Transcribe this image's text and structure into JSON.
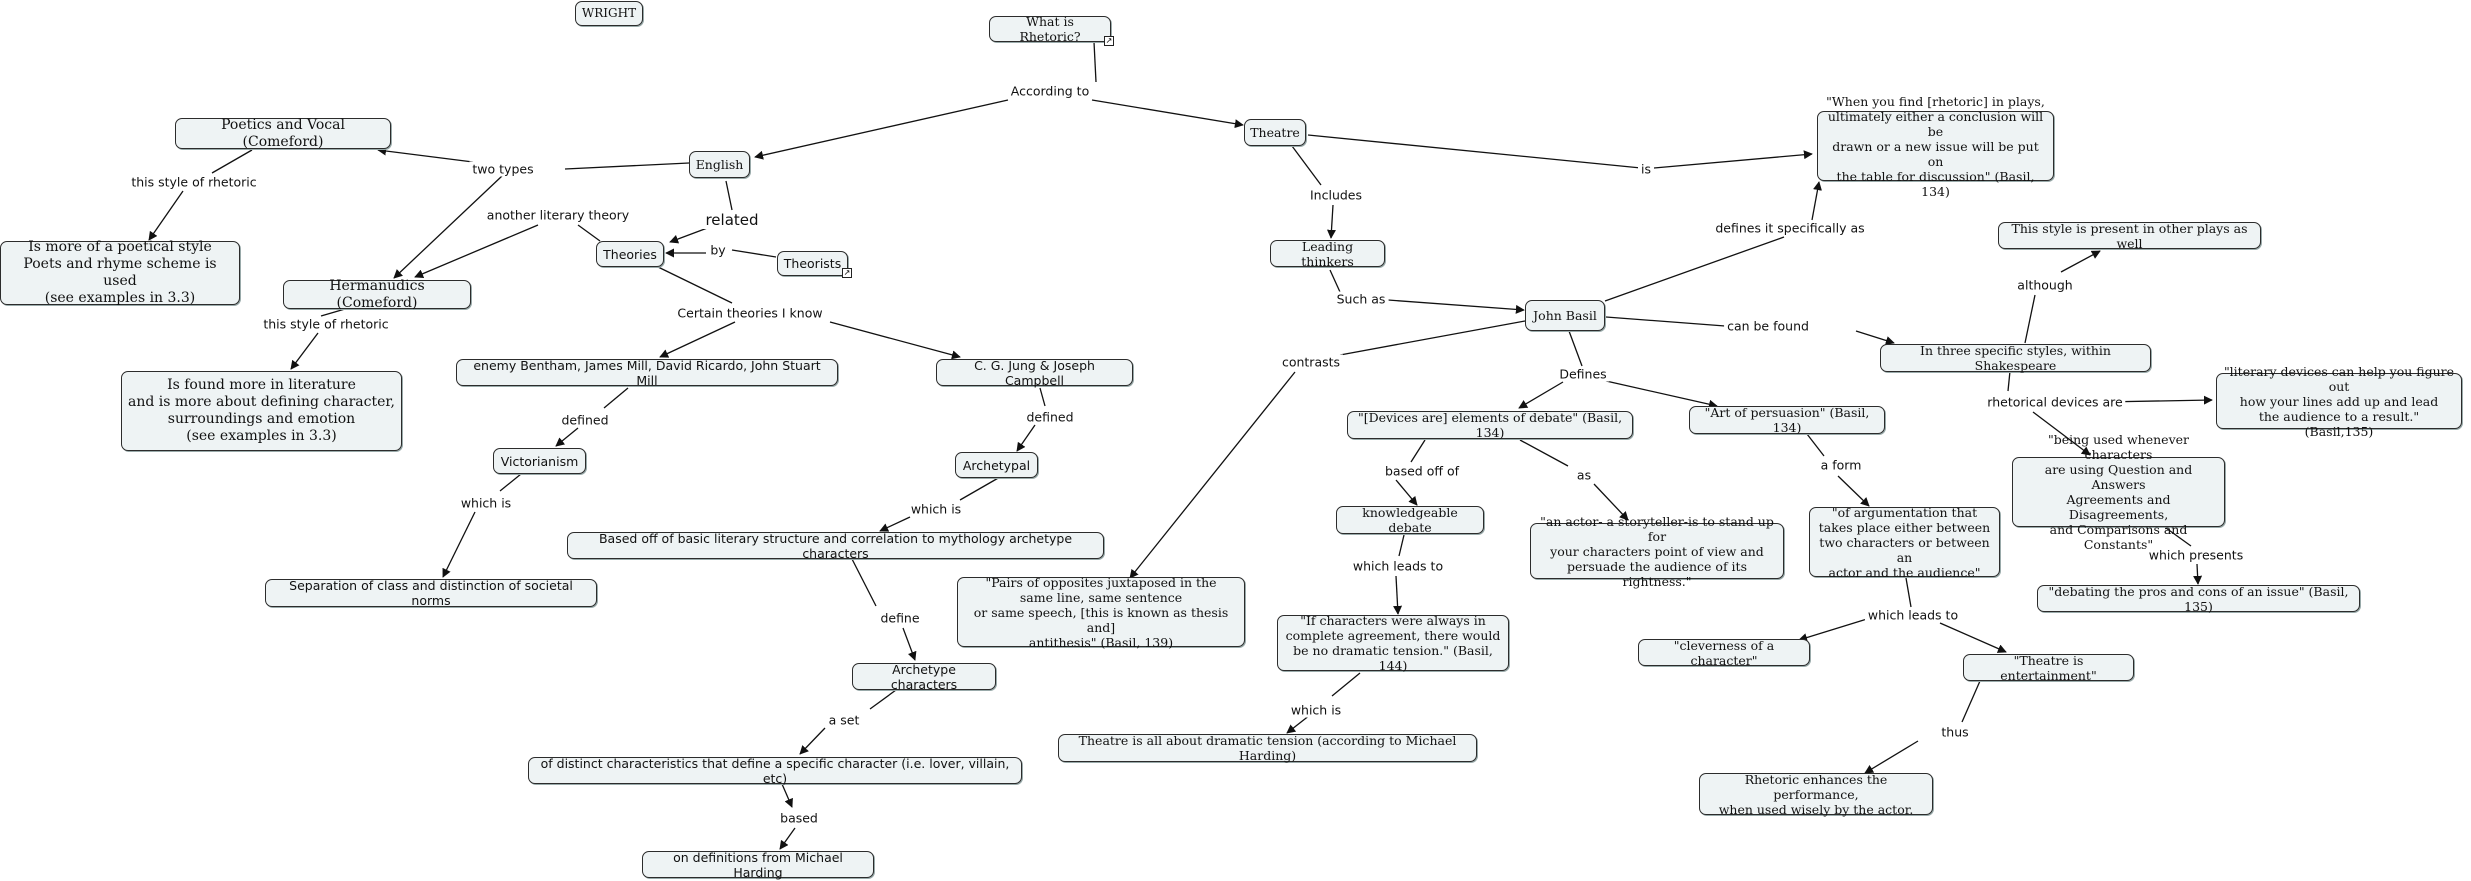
{
  "nodes": {
    "wright": "WRIGHT",
    "what_is_rhetoric": "What is Rhetoric?",
    "poetics": "Poetics and Vocal (Comeford)",
    "english": "English",
    "theatre": "Theatre",
    "basil_quote": "\"When you find [rhetoric] in plays,\nultimately either a conclusion will be\ndrawn or a new issue will be put on\nthe table for discussion\" (Basil, 134)",
    "poetical_style": "Is more of a poetical style\nPoets and rhyme scheme is used\n(see examples in 3.3)",
    "theories": "Theories",
    "theorists": "Theorists",
    "leading_thinkers": "Leading thinkers",
    "style_present": "This style is present in other plays as well",
    "hermanudics": "Hermanudics (Comeford)",
    "john_basil": "John Basil",
    "three_styles": "In three specific styles, within Shakespeare",
    "literature": "Is found more in literature\nand is more about defining character,\nsurroundings and emotion\n(see examples in 3.3)",
    "bentham": "enemy Bentham, James Mill, David Ricardo, John Stuart Mill",
    "jung": "C. G. Jung & Joseph Campbell",
    "lit_devices": "\"literary devices can help you figure out\nhow your lines add up and lead\nthe audience to a result.\" (Basil,135)",
    "devices_debate": "\"[Devices are] elements of debate\" (Basil, 134)",
    "art_persuasion": "\"Art of persuasion\" (Basil, 134)",
    "being_used": "\"being used whenever characters\nare using Question and Answers\nAgreements and Disagreements,\nand Comparisons and Constants\"",
    "victorianism": "Victorianism",
    "archetypal": "Archetypal",
    "knowledgeable": "knowledgeable debate",
    "argumentation": "\"of argumentation that\ntakes place either between\ntwo characters or between an\nactor and the audience\"",
    "actor_storyteller": "\"an actor- a storyteller-is to stand up for\nyour characters point of view and\npersuade the audience of its rightness.\"",
    "based_off": "Based off of basic literary structure and correlation to mythology archetype characters",
    "separation": "Separation of class and distinction of societal norms",
    "pairs_opposites": "\"Pairs of opposites juxtaposed in the\nsame line, same sentence\nor same speech, [this is known as thesis and]\nantithesis\" (Basil, 139)",
    "debating": "\"debating the pros and cons of an issue\" (Basil, 135)",
    "if_characters": "\"If characters were always in\ncomplete agreement, there would\nbe no dramatic tension.\" (Basil, 144)",
    "cleverness": "\"cleverness of a character\"",
    "theatre_entertainment": "\"Theatre is entertainment\"",
    "archetype_characters": "Archetype characters",
    "dramatic_tension": "Theatre is all about dramatic tension (according to Michael Harding)",
    "distinct_characteristics": "of distinct characteristics that define a specific character (i.e. lover, villain, etc)",
    "rhetoric_enhances": "Rhetoric enhances the performance,\nwhen used wisely by the actor.",
    "definitions_harding": "on definitions from Michael Harding"
  },
  "labels": {
    "according_to": "According to",
    "two_types": "two types",
    "this_style_1": "this style of rhetoric",
    "related": "related",
    "another_theory": "another literary theory",
    "by": "by",
    "this_style_2": "this style of rhetoric",
    "certain_theories": "Certain theories I know",
    "defined_1": "defined",
    "defined_2": "defined",
    "which_is_1": "which is",
    "which_is_2": "which is",
    "define": "define",
    "a_set": "a set",
    "based": "based",
    "is": "is",
    "includes": "Includes",
    "such_as": "Such as",
    "defines_specifically": "defines it specifically as",
    "contrasts": "contrasts",
    "can_be_found": "can be found",
    "defines": "Defines",
    "although": "although",
    "rhetorical_devices": "rhetorical devices are",
    "based_off_of": "based off of",
    "as": "as",
    "a_form": "a form",
    "which_presents": "which presents",
    "which_leads_to_1": "which leads to",
    "which_leads_to_2": "which leads to",
    "which_is_3": "which is",
    "thus": "thus"
  }
}
